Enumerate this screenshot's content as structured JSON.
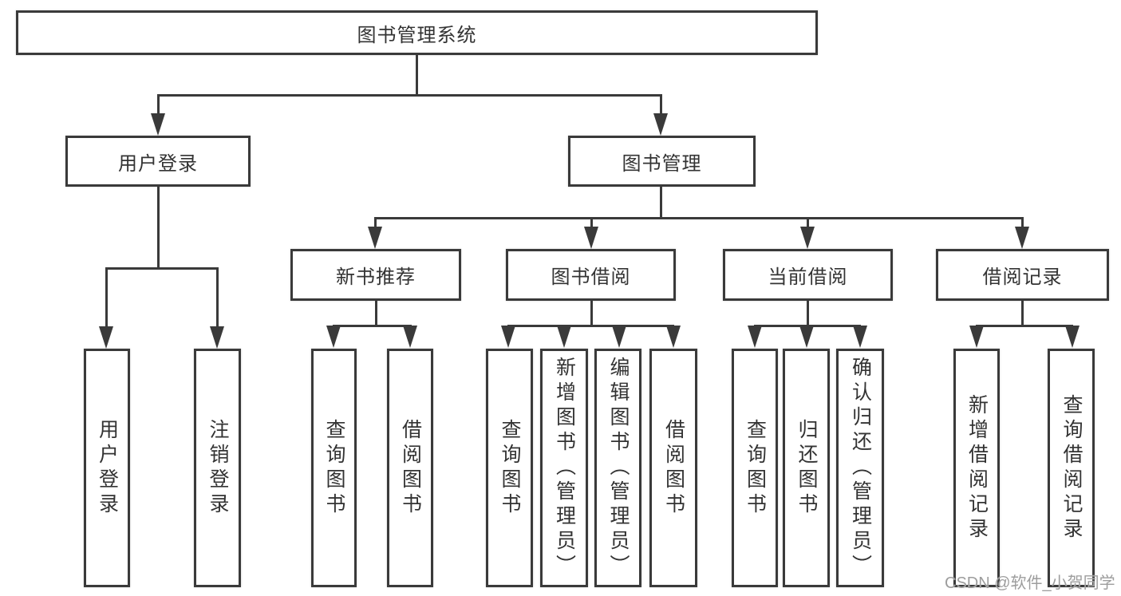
{
  "tree": {
    "root": {
      "label": "图书管理系统",
      "children": [
        {
          "label": "用户登录",
          "children": [
            {
              "label": "用户登录"
            },
            {
              "label": "注销登录"
            }
          ]
        },
        {
          "label": "图书管理",
          "children": [
            {
              "label": "新书推荐",
              "children": [
                {
                  "label": "查询图书"
                },
                {
                  "label": "借阅图书"
                }
              ]
            },
            {
              "label": "图书借阅",
              "children": [
                {
                  "label": "查询图书"
                },
                {
                  "label": "新增图书（管理员）"
                },
                {
                  "label": "编辑图书（管理员）"
                },
                {
                  "label": "借阅图书"
                }
              ]
            },
            {
              "label": "当前借阅",
              "children": [
                {
                  "label": "查询图书"
                },
                {
                  "label": "归还图书"
                },
                {
                  "label": "确认归还（管理员）"
                }
              ]
            },
            {
              "label": "借阅记录",
              "children": [
                {
                  "label": "新增借阅记录"
                },
                {
                  "label": "查询借阅记录"
                }
              ]
            }
          ]
        }
      ]
    }
  },
  "watermark": {
    "text": "CSDN @软件_小贺同学"
  },
  "colors": {
    "line": "#3a3a3a",
    "text": "#333333",
    "background": "#ffffff",
    "watermark": "#9d9d9d"
  }
}
